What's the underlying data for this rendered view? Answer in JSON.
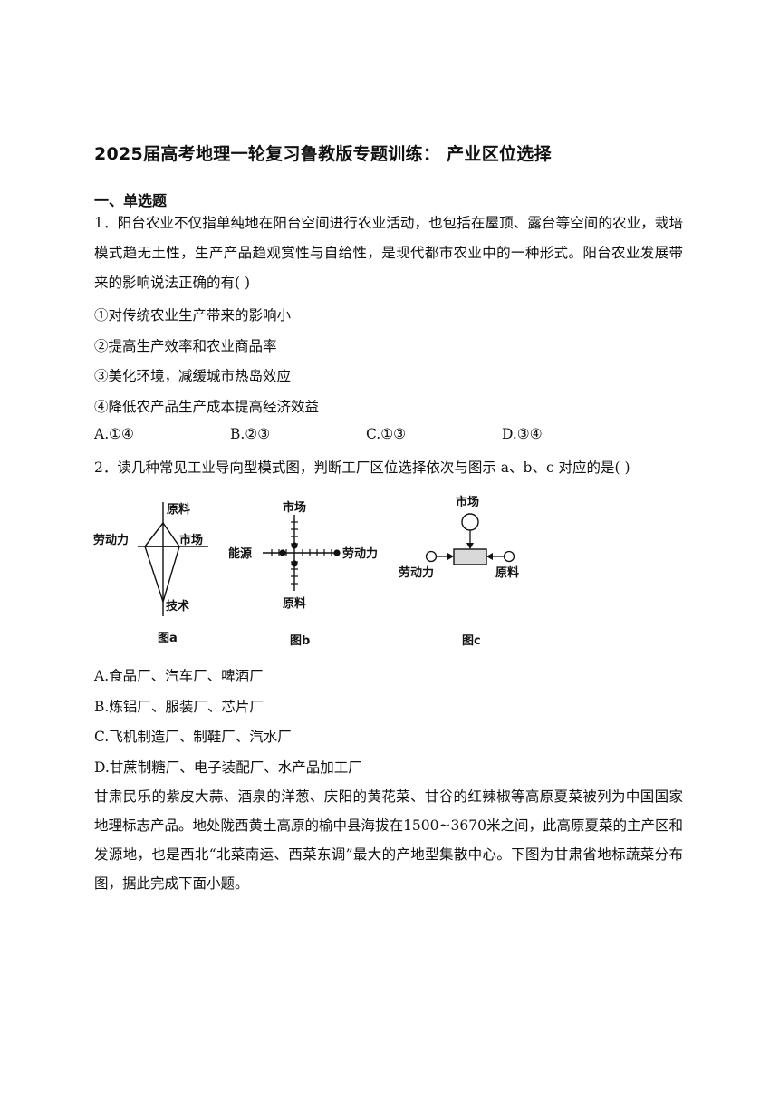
{
  "title": "2025届高考地理一轮复习鲁教版专题训练： 产业区位选择",
  "section_heading": "一、单选题",
  "q1": {
    "stem": "1．阳台农业不仅指单纯地在阳台空间进行农业活动，也包括在屋顶、露台等空间的农业，栽培模式趋无土性，生产产品趋观赏性与自给性，是现代都市农业中的一种形式。阳台农业发展带来的影响说法正确的有( )",
    "items": [
      "①对传统农业生产带来的影响小",
      "②提高生产效率和农业商品率",
      "③美化环境，减缓城市热岛效应",
      "④降低农产品生产成本提高经济效益"
    ],
    "options": [
      "A.①④",
      "B.②③",
      "C.①③",
      "D.③④"
    ]
  },
  "q2": {
    "stem": "2．读几种常见工业导向型模式图，判断工厂区位选择依次与图示 a、b、c 对应的是( )",
    "figure": {
      "a": {
        "caption": "图a",
        "labels": [
          "原料",
          "劳动力",
          "市场",
          "技术"
        ]
      },
      "b": {
        "caption": "图b",
        "labels": [
          "市场",
          "能源",
          "劳动力",
          "原料"
        ]
      },
      "c": {
        "caption": "图c",
        "labels": [
          "市场",
          "劳动力",
          "原料"
        ]
      }
    },
    "options": [
      "A.食品厂、汽车厂、啤酒厂",
      "B.炼铝厂、服装厂、芯片厂",
      "C.飞机制造厂、制鞋厂、汽水厂",
      "D.甘蔗制糖厂、电子装配厂、水产品加工厂"
    ]
  },
  "passage": "甘肃民乐的紫皮大蒜、酒泉的洋葱、庆阳的黄花菜、甘谷的红辣椒等高原夏菜被列为中国国家地理标志产品。地处陇西黄土高原的榆中县海拔在1500~3670米之间，此高原夏菜的主产区和发源地，也是西北“北菜南运、西菜东调”最大的产地型集散中心。下图为甘肃省地标蔬菜分布图，据此完成下面小题。"
}
